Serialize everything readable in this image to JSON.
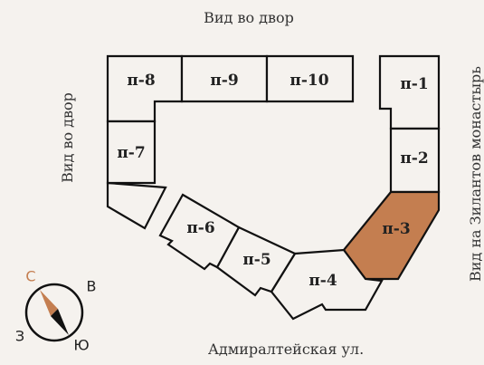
{
  "views": {
    "top": "Вид во двор",
    "left": "Вид во двор",
    "right": "Вид на Зилантов монастырь",
    "bottom": "Адмиралтейская ул."
  },
  "sections": [
    {
      "id": "p1",
      "label": "п-1",
      "selected": false
    },
    {
      "id": "p2",
      "label": "п-2",
      "selected": false
    },
    {
      "id": "p3",
      "label": "п-3",
      "selected": true
    },
    {
      "id": "p4",
      "label": "п-4",
      "selected": false
    },
    {
      "id": "p5",
      "label": "п-5",
      "selected": false
    },
    {
      "id": "p6",
      "label": "п-6",
      "selected": false
    },
    {
      "id": "p7",
      "label": "п-7",
      "selected": false
    },
    {
      "id": "p8",
      "label": "п-8",
      "selected": false
    },
    {
      "id": "p9",
      "label": "п-9",
      "selected": false
    },
    {
      "id": "p10",
      "label": "п-10",
      "selected": false
    }
  ],
  "compass": {
    "north": "С",
    "east": "В",
    "south": "Ю",
    "west": "З",
    "north_color": "#c47e50"
  },
  "colors": {
    "background": "#f5f2ee",
    "selected_fill": "#c47e50",
    "outline": "#111111"
  }
}
